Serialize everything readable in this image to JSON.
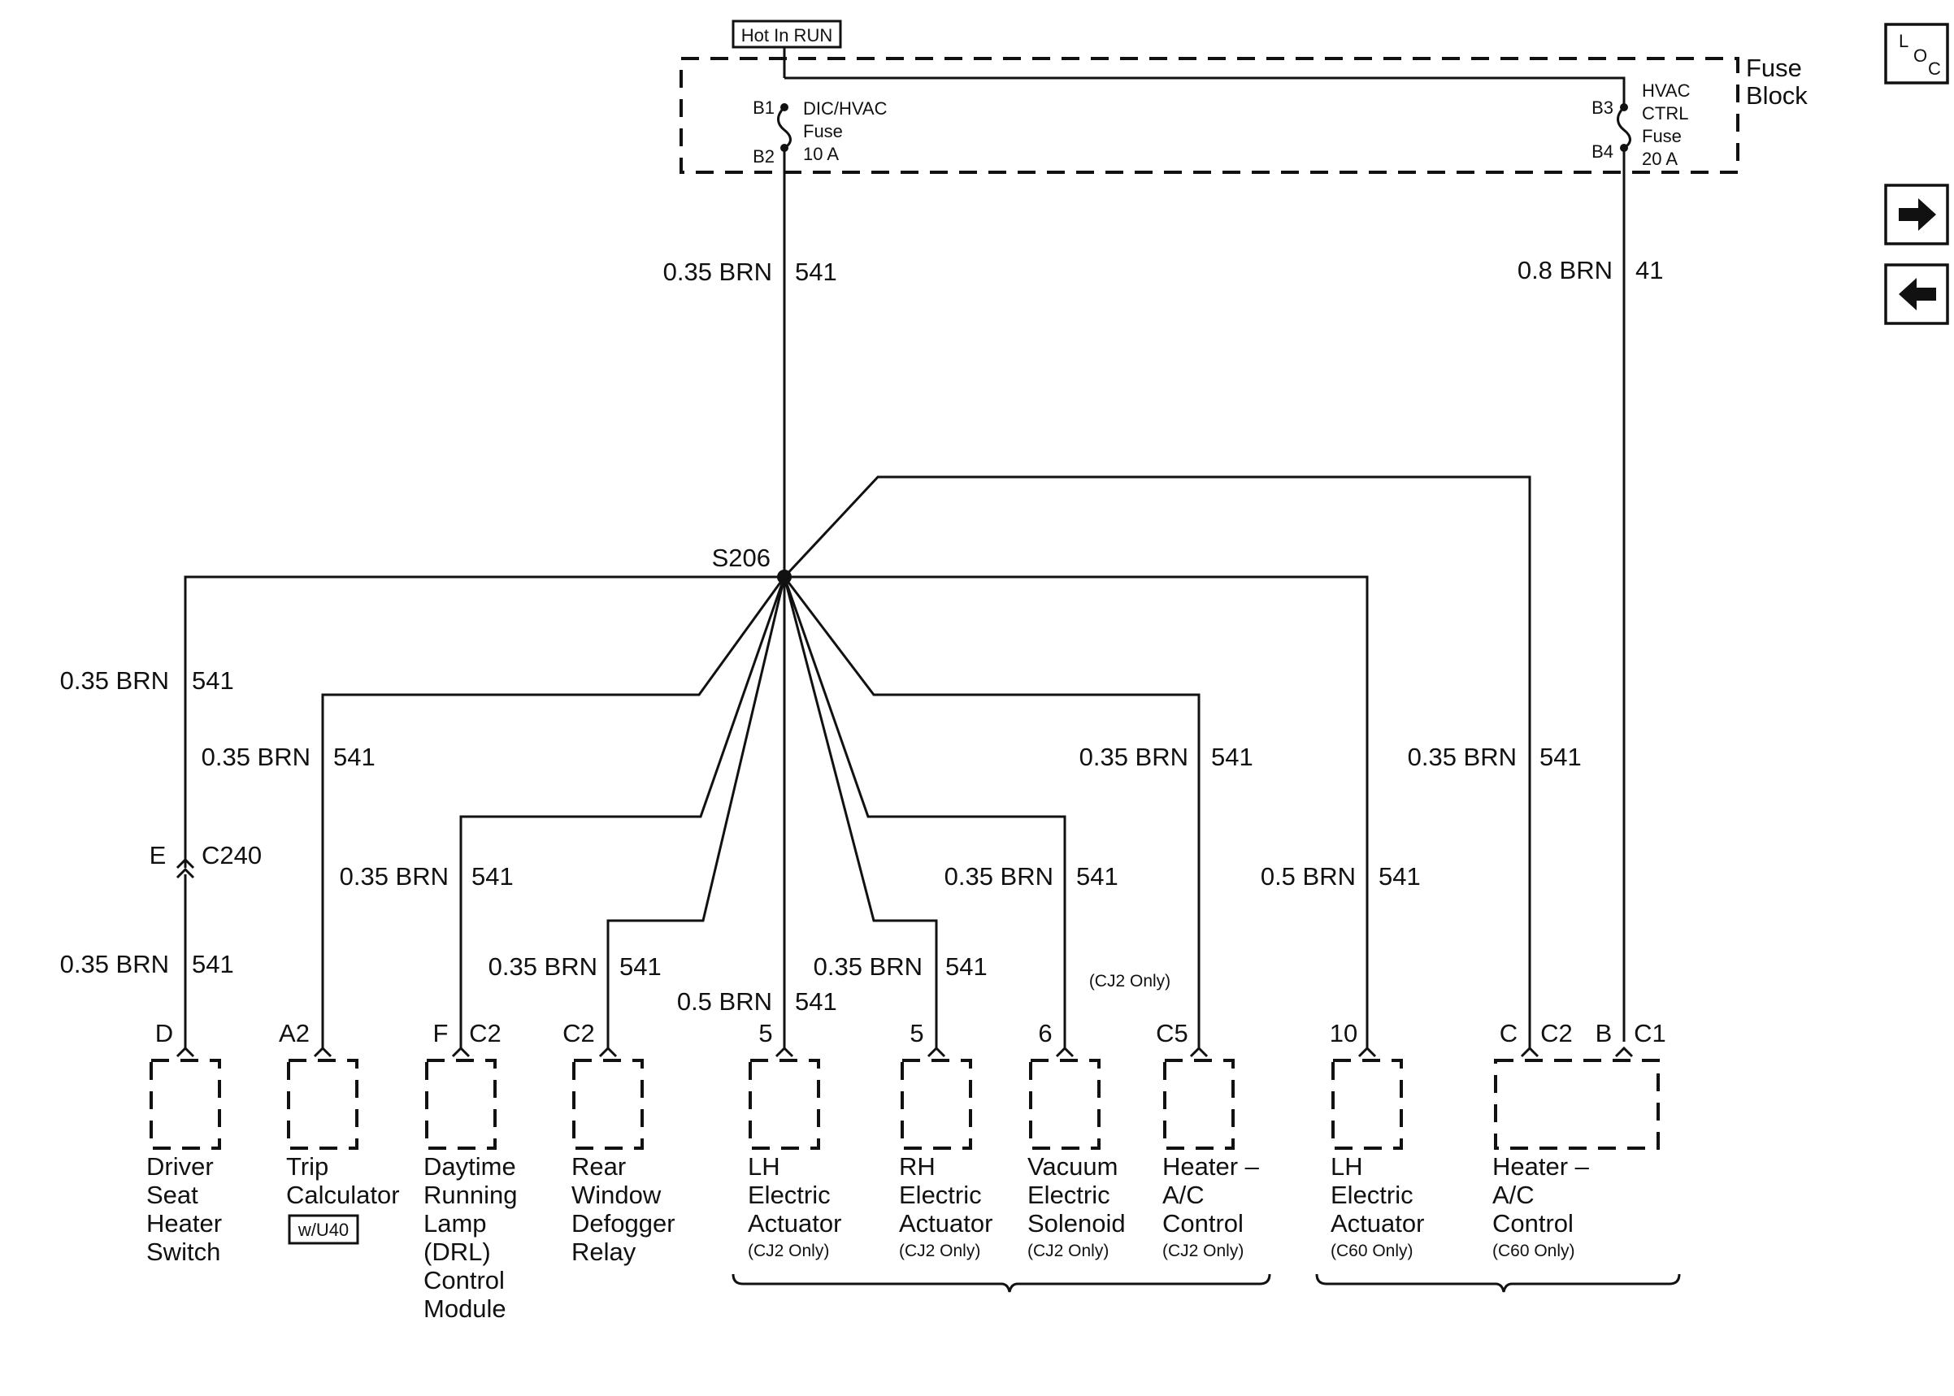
{
  "diagram": {
    "hot_label": "Hot In RUN",
    "fuse_block": {
      "line1": "Fuse",
      "line2": "Block"
    },
    "fuse_left": {
      "pin_top": "B1",
      "pin_bottom": "B2",
      "line1": "DIC/HVAC",
      "line2": "Fuse",
      "line3": "10 A"
    },
    "fuse_right": {
      "pin_top": "B3",
      "pin_bottom": "B4",
      "line1": "HVAC",
      "line2": "CTRL",
      "line3": "Fuse",
      "line4": "20 A"
    },
    "main_wire_left": {
      "gauge": "0.35 BRN",
      "circuit": "541"
    },
    "main_wire_right": {
      "gauge": "0.8 BRN",
      "circuit": "41"
    },
    "splice": "S206",
    "inline_connector": {
      "pin": "E",
      "name": "C240"
    },
    "wires": {
      "driver_upper": {
        "gauge": "0.35 BRN",
        "circuit": "541"
      },
      "driver_lower": {
        "gauge": "0.35 BRN",
        "circuit": "541"
      },
      "trip": {
        "gauge": "0.35 BRN",
        "circuit": "541"
      },
      "drl": {
        "gauge": "0.35 BRN",
        "circuit": "541"
      },
      "rear_defog": {
        "gauge": "0.35 BRN",
        "circuit": "541"
      },
      "lh_cj2": {
        "gauge": "0.5 BRN",
        "circuit": "541"
      },
      "rh_cj2": {
        "gauge": "0.35 BRN",
        "circuit": "541"
      },
      "vacuum": {
        "gauge": "0.35 BRN",
        "circuit": "541"
      },
      "heater_cj2": {
        "gauge": "0.35 BRN",
        "circuit": "541"
      },
      "lh_c60": {
        "gauge": "0.5 BRN",
        "circuit": "541"
      },
      "heater_c60": {
        "gauge": "0.35 BRN",
        "circuit": "541"
      }
    },
    "cj2_only_note": "(CJ2 Only)",
    "components": {
      "driver": {
        "pin": "D",
        "lines": [
          "Driver",
          "Seat",
          "Heater",
          "Switch"
        ]
      },
      "trip": {
        "pin": "A2",
        "lines": [
          "Trip",
          "Calculator"
        ],
        "option": "w/U40"
      },
      "drl": {
        "pin": "F",
        "conn": "C2",
        "lines": [
          "Daytime",
          "Running",
          "Lamp",
          "(DRL)",
          "Control",
          "Module"
        ]
      },
      "rear_defog": {
        "pin": "C2",
        "lines": [
          "Rear",
          "Window",
          "Defogger",
          "Relay"
        ]
      },
      "lh_cj2": {
        "pin": "5",
        "lines": [
          "LH",
          "Electric",
          "Actuator"
        ],
        "note": "(CJ2 Only)"
      },
      "rh_cj2": {
        "pin": "5",
        "lines": [
          "RH",
          "Electric",
          "Actuator"
        ],
        "note": "(CJ2 Only)"
      },
      "vacuum": {
        "pin": "6",
        "lines": [
          "Vacuum",
          "Electric",
          "Solenoid"
        ],
        "note": "(CJ2 Only)"
      },
      "heater_cj2": {
        "pin": "C5",
        "lines": [
          "Heater –",
          "A/C",
          "Control"
        ],
        "note": "(CJ2 Only)"
      },
      "lh_c60": {
        "pin": "10",
        "lines": [
          "LH",
          "Electric",
          "Actuator"
        ],
        "note": "(C60 Only)"
      },
      "heater_c60": {
        "pin_c": "C",
        "conn_c": "C2",
        "pin_b": "B",
        "conn_b": "C1",
        "lines": [
          "Heater –",
          "A/C",
          "Control"
        ],
        "note": "(C60 Only)"
      }
    }
  },
  "nav": {
    "loc": {
      "l": "L",
      "o": "O",
      "c": "C"
    },
    "next_icon": "right-arrow-icon",
    "prev_icon": "left-arrow-icon"
  }
}
